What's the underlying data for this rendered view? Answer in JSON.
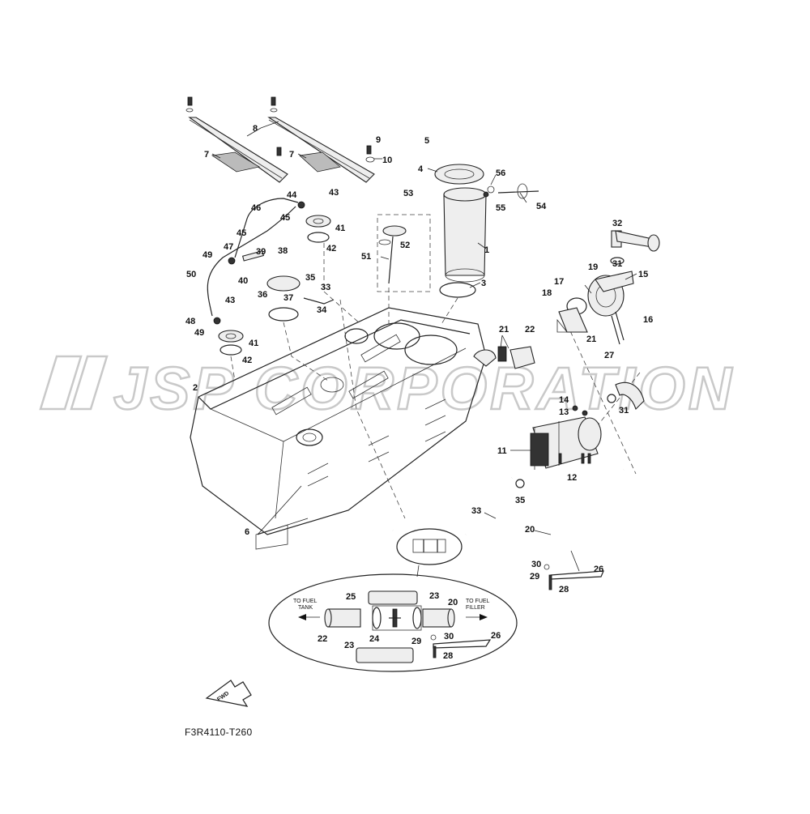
{
  "diagram": {
    "code": "F3R4110-T260",
    "watermark": "JSP CORPORATION",
    "fwd_label": "FWD",
    "inset": {
      "to_fuel_tank": "TO FUEL\nTANK",
      "to_fuel_filler": "TO FUEL\nFILLER"
    },
    "labels": {
      "l1": "1",
      "l2": "2",
      "l3": "3",
      "l4": "4",
      "l5": "5",
      "l6": "6",
      "l7a": "7",
      "l7b": "7",
      "l8": "8",
      "l9": "9",
      "l10": "10",
      "l11": "11",
      "l12": "12",
      "l13": "13",
      "l14": "14",
      "l15": "15",
      "l16": "16",
      "l17": "17",
      "l18": "18",
      "l19": "19",
      "l20": "20",
      "l21a": "21",
      "l21b": "21",
      "l22": "22",
      "l26": "26",
      "l27": "27",
      "l28": "28",
      "l29": "29",
      "l30": "30",
      "l31a": "31",
      "l31b": "31",
      "l32": "32",
      "l33a": "33",
      "l33b": "33",
      "l34": "34",
      "l35a": "35",
      "l35b": "35",
      "l36": "36",
      "l37": "37",
      "l38": "38",
      "l39": "39",
      "l40": "40",
      "l41a": "41",
      "l41b": "41",
      "l42a": "42",
      "l42b": "42",
      "l43a": "43",
      "l43b": "43",
      "l44": "44",
      "l45a": "45",
      "l45b": "45",
      "l46": "46",
      "l47": "47",
      "l48": "48",
      "l49a": "49",
      "l49b": "49",
      "l50": "50",
      "l51": "51",
      "l52": "52",
      "l53": "53",
      "l54": "54",
      "l55": "55",
      "l56": "56",
      "i20": "20",
      "i22": "22",
      "i23a": "23",
      "i23b": "23",
      "i24": "24",
      "i25": "25",
      "i26": "26",
      "i28": "28",
      "i29": "29",
      "i30": "30"
    }
  }
}
